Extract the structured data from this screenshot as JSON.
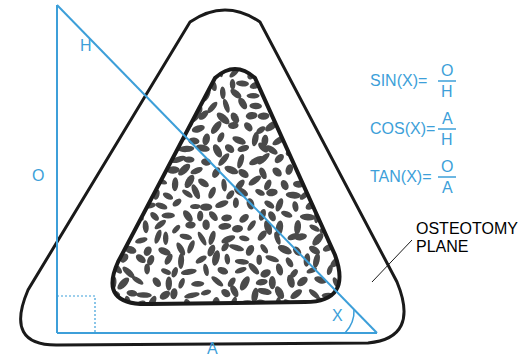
{
  "diagram": {
    "labels": [
      "H",
      "O",
      "A",
      "X",
      "SIN(X)=",
      "O",
      "H",
      "COS(X)=",
      "A",
      "H",
      "TAN(X)=",
      "O",
      "A",
      "OSTEOTOMY PLANE"
    ]
  }
}
